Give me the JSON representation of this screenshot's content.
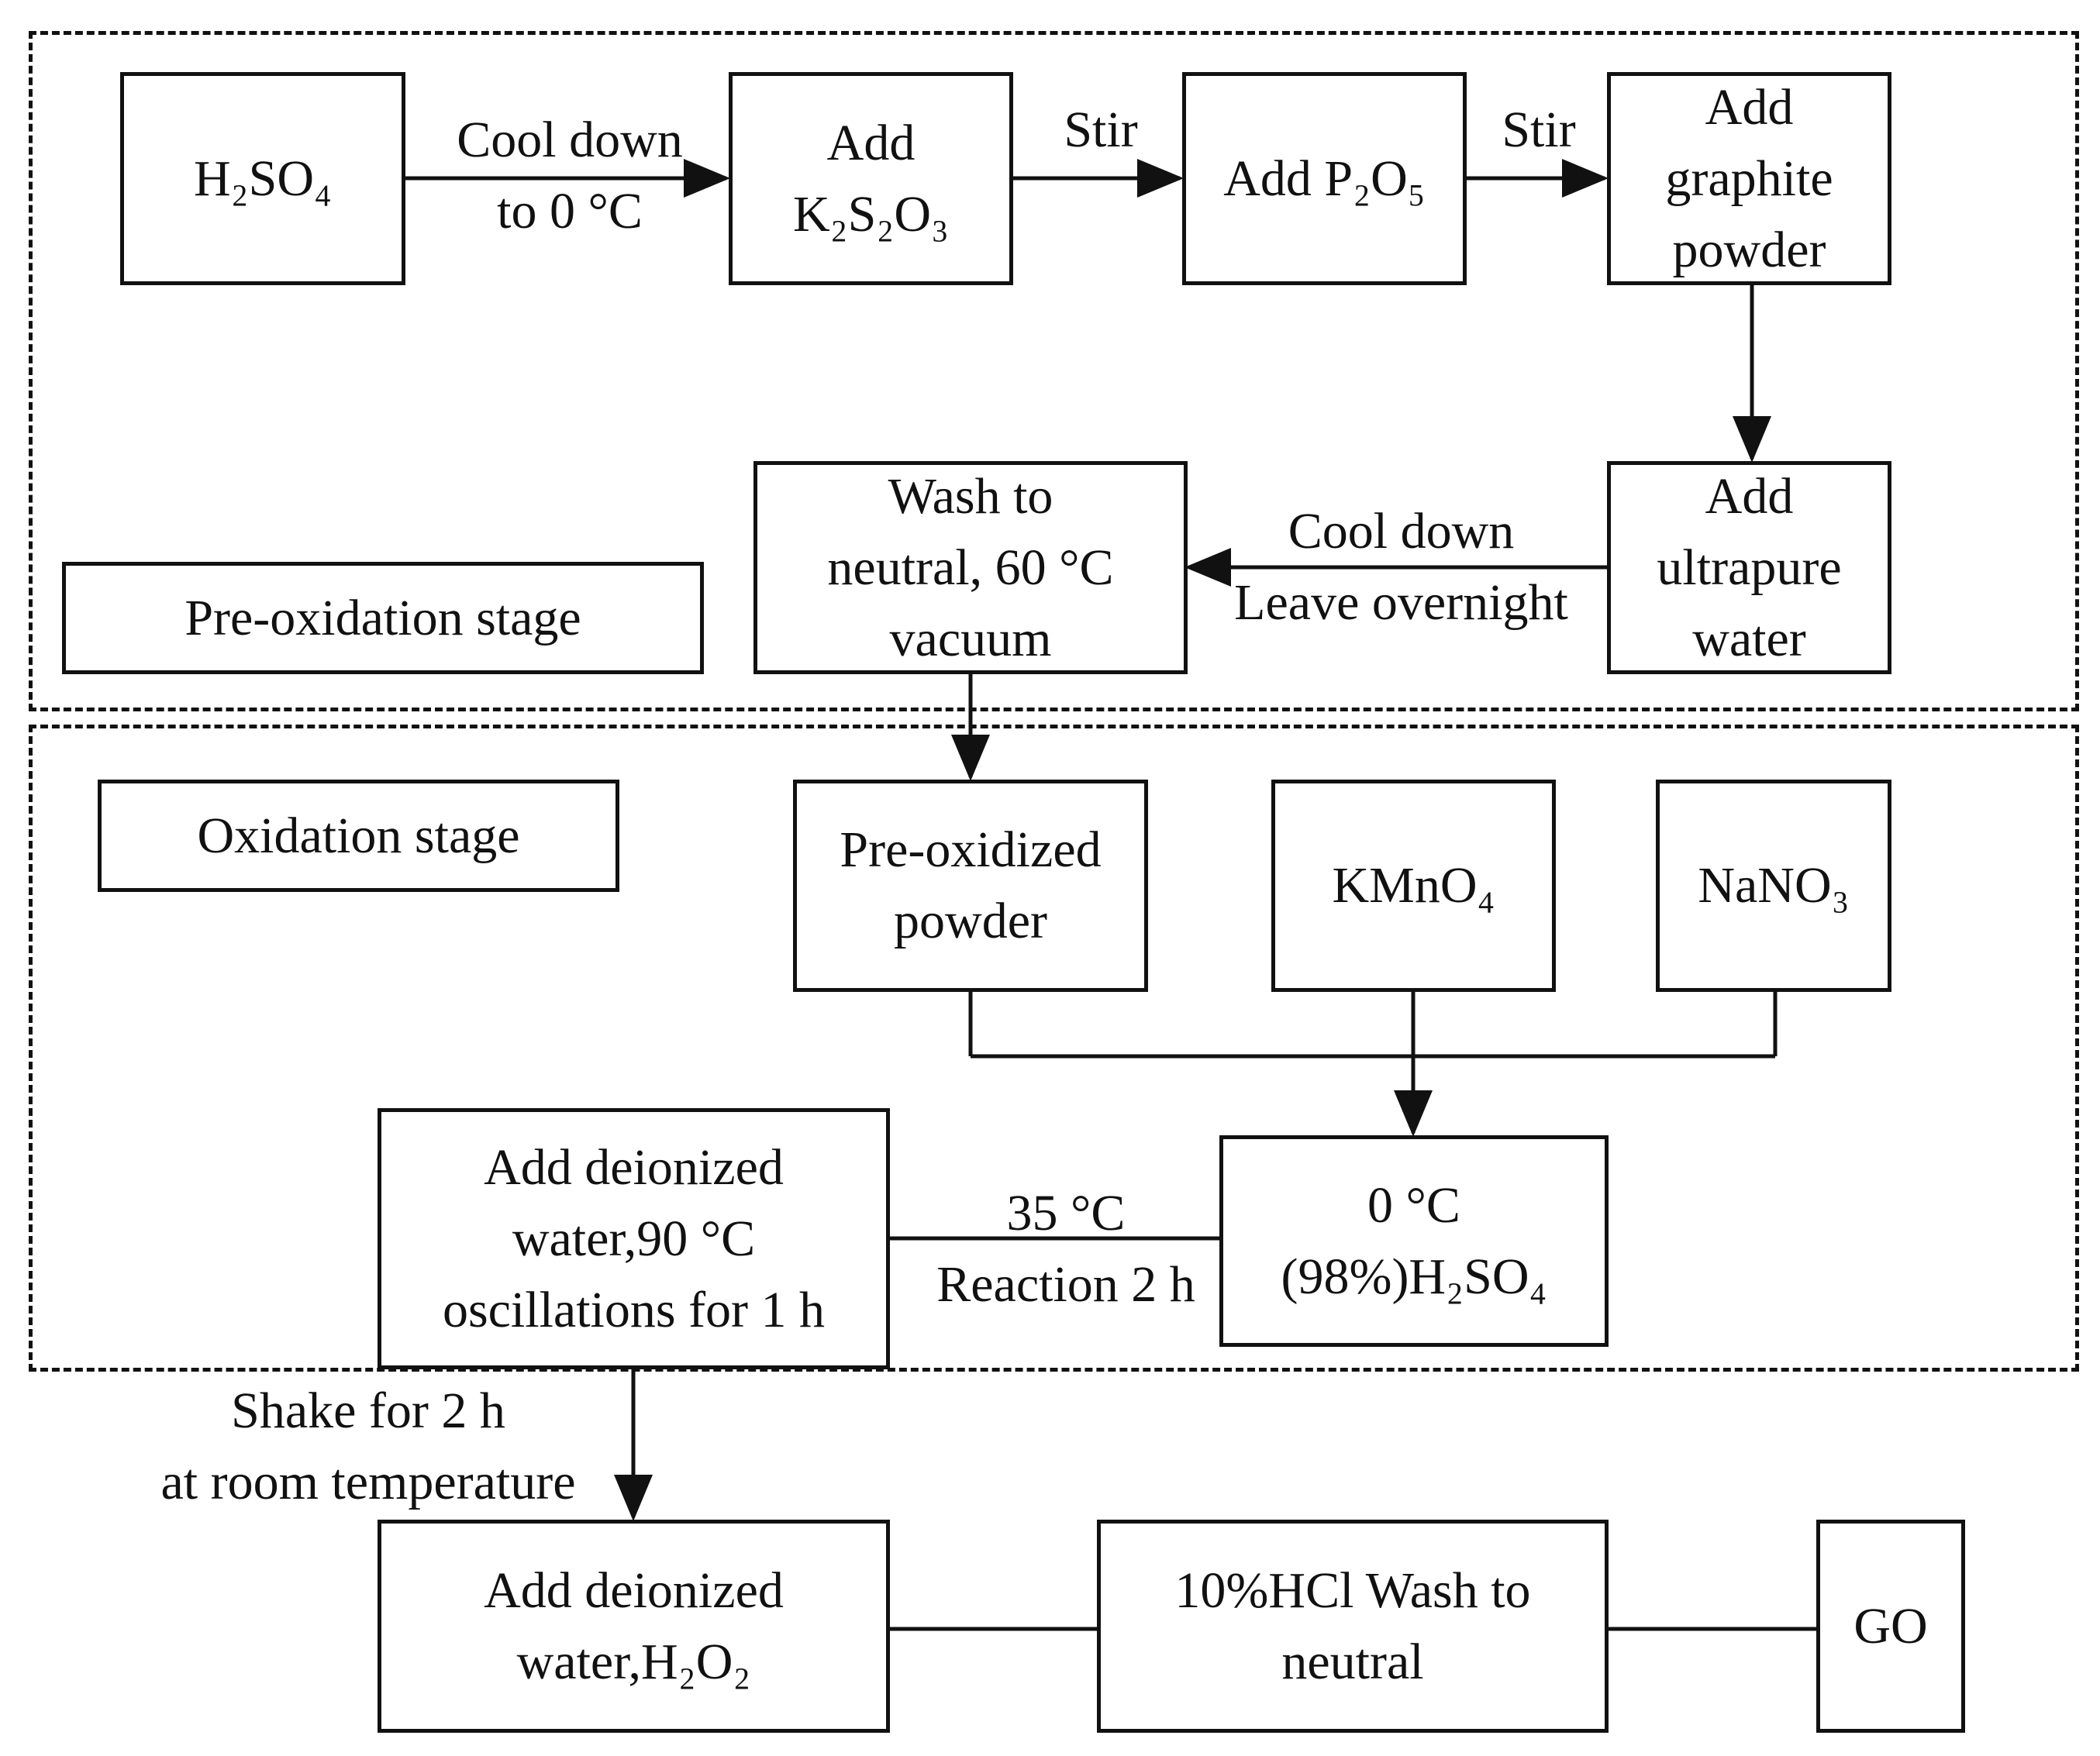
{
  "stages": {
    "pre_oxidation": "Pre-oxidation stage",
    "oxidation": "Oxidation stage"
  },
  "boxes": {
    "h2so4": "H₂SO₄",
    "add_k2s2o3": [
      "Add",
      "K₂S₂O₃"
    ],
    "add_p2o5": "Add P₂O₅",
    "add_graphite": [
      "Add",
      "graphite",
      "powder"
    ],
    "add_ultrapure": [
      "Add",
      "ultrapure",
      "water"
    ],
    "wash_neutral": [
      "Wash to",
      "neutral, 60 °C",
      "vacuum"
    ],
    "preoxidized_powder": [
      "Pre-oxidized",
      "powder"
    ],
    "kmno4": "KMnO₄",
    "nano3": "NaNO₃",
    "cold_h2so4": [
      "0 °C",
      "(98%)H₂SO₄"
    ],
    "add_deionized_90": [
      "Add deionized",
      "water,90 °C",
      "oscillations for 1 h"
    ],
    "add_deionized_h2o2": [
      "Add deionized",
      "water,H₂O₂"
    ],
    "hcl_wash": [
      "10%HCl Wash to",
      "neutral"
    ],
    "go": "GO"
  },
  "edge_labels": {
    "cool_down_0": [
      "Cool down",
      "to 0 °C"
    ],
    "stir_1": "Stir",
    "stir_2": "Stir",
    "cool_overnight": [
      "Cool down",
      "Leave overnight"
    ],
    "reaction_35": [
      "35 °C",
      "Reaction 2 h"
    ],
    "shake_2h": [
      "Shake for 2 h",
      "at room temperature"
    ]
  }
}
